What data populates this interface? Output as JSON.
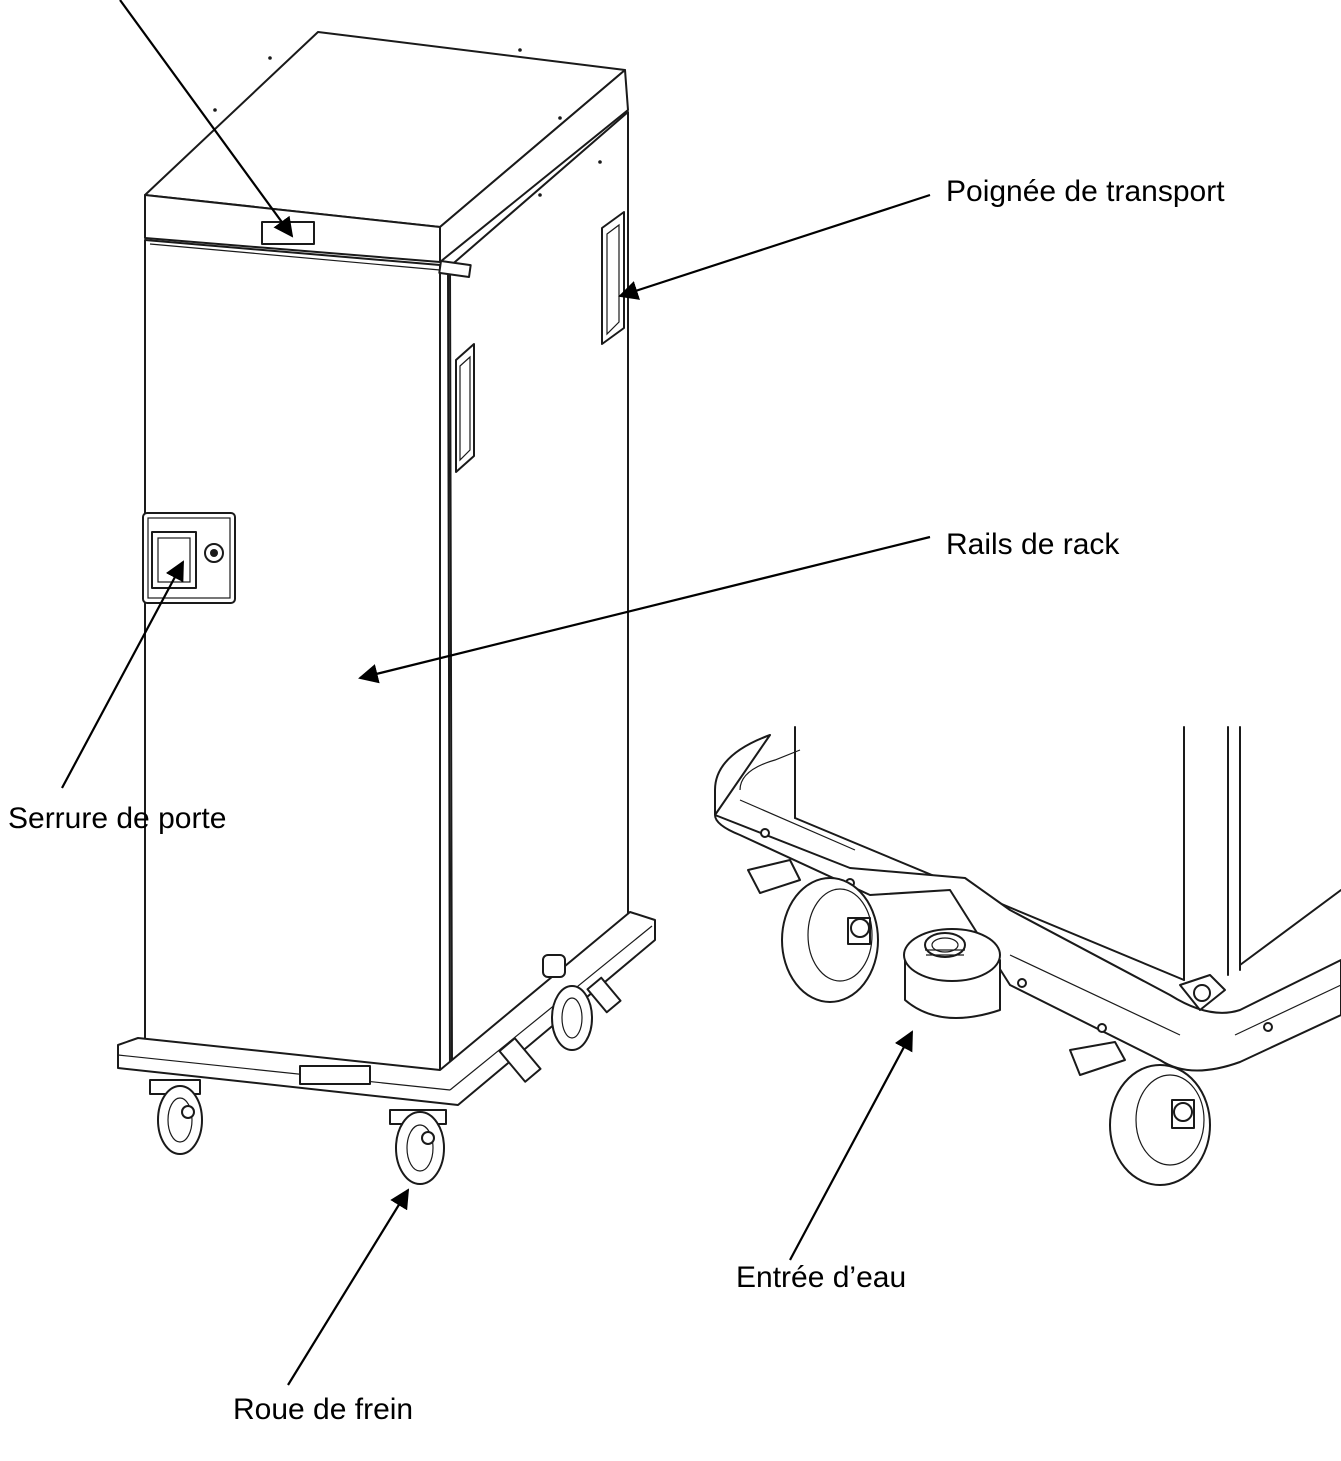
{
  "labels": {
    "handle": "Poignée de transport",
    "rails": "Rails de rack",
    "lock": "Serrure de porte",
    "water": "Entrée d’eau",
    "brake": "Roue de frein"
  }
}
